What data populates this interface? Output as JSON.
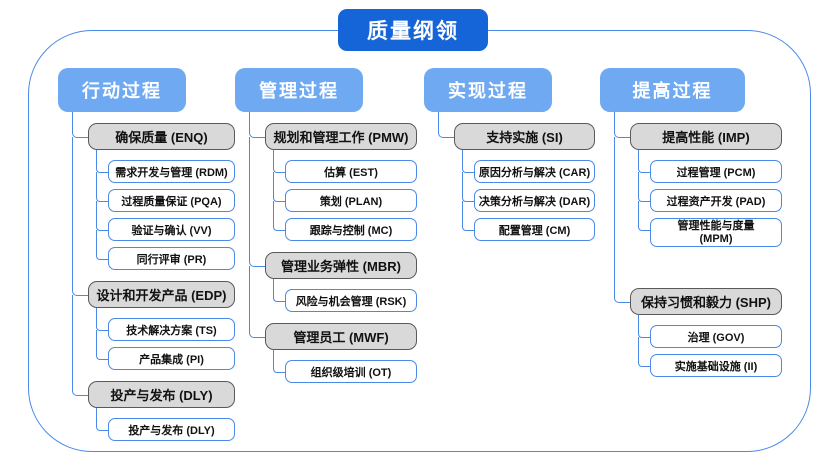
{
  "title": "质量纲领",
  "colors": {
    "title_bg": "#1565d9",
    "header_bg": "#6fa9f2",
    "connector": "#4a89e8",
    "level2_fill": "#d9d9d9",
    "level2_border": "#595959",
    "level3_border": "#4a89e8"
  },
  "columns": [
    {
      "label": "行动过程",
      "branches": [
        {
          "label": "确保质量 (ENQ)",
          "children": [
            "需求开发与管理 (RDM)",
            "过程质量保证 (PQA)",
            "验证与确认 (VV)",
            "同行评审 (PR)"
          ]
        },
        {
          "label": "设计和开发产品 (EDP)",
          "children": [
            "技术解决方案 (TS)",
            "产品集成 (PI)"
          ]
        },
        {
          "label": "投产与发布 (DLY)",
          "children": [
            "投产与发布 (DLY)"
          ]
        }
      ]
    },
    {
      "label": "管理过程",
      "branches": [
        {
          "label": "规划和管理工作 (PMW)",
          "children": [
            "估算 (EST)",
            "策划 (PLAN)",
            "跟踪与控制 (MC)"
          ]
        },
        {
          "label": "管理业务弹性 (MBR)",
          "children": [
            "风险与机会管理 (RSK)"
          ]
        },
        {
          "label": "管理员工 (MWF)",
          "children": [
            "组织级培训 (OT)"
          ]
        }
      ]
    },
    {
      "label": "实现过程",
      "branches": [
        {
          "label": "支持实施 (SI)",
          "children": [
            "原因分析与解决 (CAR)",
            "决策分析与解决 (DAR)",
            "配置管理 (CM)"
          ]
        }
      ]
    },
    {
      "label": "提高过程",
      "branches": [
        {
          "label": "提高性能 (IMP)",
          "children": [
            "过程管理 (PCM)",
            "过程资产开发 (PAD)",
            "管理性能与度量 (MPM)"
          ]
        },
        {
          "label": "保持习惯和毅力 (SHP)",
          "children": [
            "治理 (GOV)",
            "实施基础设施 (II)"
          ]
        }
      ]
    }
  ]
}
